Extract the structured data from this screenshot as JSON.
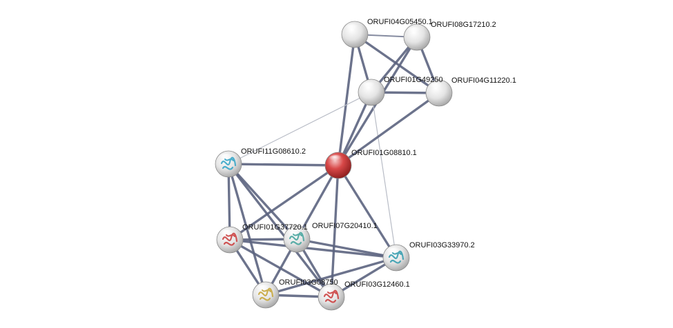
{
  "network": {
    "nodes": [
      {
        "id": "ORUFI01G08810.1",
        "label": "ORUFI01G08810.1",
        "style": "query",
        "fill": "#cc3333",
        "interactable": true
      },
      {
        "id": "ORUFI04G05450.1",
        "label": "ORUFI04G05450.1",
        "style": "plain",
        "fill": "#e6e6e6",
        "interactable": true
      },
      {
        "id": "ORUFI08G17210.2",
        "label": "ORUFI08G17210.2",
        "style": "plain",
        "fill": "#e6e6e6",
        "interactable": true
      },
      {
        "id": "ORUFI01G49250",
        "label": "ORUFI01G49250",
        "style": "plain",
        "fill": "#e6e6e6",
        "interactable": true
      },
      {
        "id": "ORUFI04G11220.1",
        "label": "ORUFI04G11220.1",
        "style": "plain",
        "fill": "#e6e6e6",
        "interactable": true
      },
      {
        "id": "ORUFI11G08610.2",
        "label": "ORUFI11G08610.2",
        "style": "structure",
        "fill": "#e6e6e6",
        "structure_color": "#3aa6c8",
        "interactable": true
      },
      {
        "id": "ORUFI01G37720.1",
        "label": "ORUFI01G37720.1",
        "style": "structure",
        "fill": "#e6e6e6",
        "structure_color": "#cc4444",
        "interactable": true
      },
      {
        "id": "ORUFI07G20410.1",
        "label": "ORUFI07G20410.1",
        "style": "structure",
        "fill": "#e6e6e6",
        "structure_color": "#4aa6a0",
        "interactable": true
      },
      {
        "id": "ORUFI03G33970.2",
        "label": "ORUFI03G33970.2",
        "style": "structure",
        "fill": "#e6e6e6",
        "structure_color": "#3a9fb0",
        "interactable": true
      },
      {
        "id": "ORUFI03G08750",
        "label": "ORUFI03G08750",
        "style": "structure",
        "fill": "#e6e6e6",
        "structure_color": "#c8a840",
        "interactable": true
      },
      {
        "id": "ORUFI03G12460.1",
        "label": "ORUFI03G12460.1",
        "style": "structure",
        "fill": "#e6e6e6",
        "structure_color": "#cc4444",
        "interactable": true
      }
    ],
    "edges": [
      {
        "from": "ORUFI04G05450.1",
        "to": "ORUFI08G17210.2",
        "weight": "medium"
      },
      {
        "from": "ORUFI04G05450.1",
        "to": "ORUFI01G49250",
        "weight": "strong"
      },
      {
        "from": "ORUFI04G05450.1",
        "to": "ORUFI04G11220.1",
        "weight": "strong"
      },
      {
        "from": "ORUFI04G05450.1",
        "to": "ORUFI01G08810.1",
        "weight": "strong"
      },
      {
        "from": "ORUFI08G17210.2",
        "to": "ORUFI01G49250",
        "weight": "strong"
      },
      {
        "from": "ORUFI08G17210.2",
        "to": "ORUFI04G11220.1",
        "weight": "strong"
      },
      {
        "from": "ORUFI08G17210.2",
        "to": "ORUFI01G08810.1",
        "weight": "strong"
      },
      {
        "from": "ORUFI01G49250",
        "to": "ORUFI04G11220.1",
        "weight": "strong"
      },
      {
        "from": "ORUFI01G49250",
        "to": "ORUFI01G08810.1",
        "weight": "strong"
      },
      {
        "from": "ORUFI01G49250",
        "to": "ORUFI11G08610.2",
        "weight": "weak"
      },
      {
        "from": "ORUFI01G49250",
        "to": "ORUFI03G33970.2",
        "weight": "weak"
      },
      {
        "from": "ORUFI04G11220.1",
        "to": "ORUFI01G08810.1",
        "weight": "strong"
      },
      {
        "from": "ORUFI01G08810.1",
        "to": "ORUFI11G08610.2",
        "weight": "strong"
      },
      {
        "from": "ORUFI01G08810.1",
        "to": "ORUFI01G37720.1",
        "weight": "strong"
      },
      {
        "from": "ORUFI01G08810.1",
        "to": "ORUFI07G20410.1",
        "weight": "strong"
      },
      {
        "from": "ORUFI01G08810.1",
        "to": "ORUFI03G33970.2",
        "weight": "strong"
      },
      {
        "from": "ORUFI01G08810.1",
        "to": "ORUFI03G12460.1",
        "weight": "strong"
      },
      {
        "from": "ORUFI11G08610.2",
        "to": "ORUFI01G37720.1",
        "weight": "strong"
      },
      {
        "from": "ORUFI11G08610.2",
        "to": "ORUFI07G20410.1",
        "weight": "strong"
      },
      {
        "from": "ORUFI11G08610.2",
        "to": "ORUFI03G08750",
        "weight": "strong"
      },
      {
        "from": "ORUFI11G08610.2",
        "to": "ORUFI03G12460.1",
        "weight": "strong"
      },
      {
        "from": "ORUFI01G37720.1",
        "to": "ORUFI07G20410.1",
        "weight": "strong"
      },
      {
        "from": "ORUFI01G37720.1",
        "to": "ORUFI03G33970.2",
        "weight": "strong"
      },
      {
        "from": "ORUFI01G37720.1",
        "to": "ORUFI03G08750",
        "weight": "strong"
      },
      {
        "from": "ORUFI01G37720.1",
        "to": "ORUFI03G12460.1",
        "weight": "strong"
      },
      {
        "from": "ORUFI07G20410.1",
        "to": "ORUFI03G33970.2",
        "weight": "strong"
      },
      {
        "from": "ORUFI07G20410.1",
        "to": "ORUFI03G08750",
        "weight": "strong"
      },
      {
        "from": "ORUFI07G20410.1",
        "to": "ORUFI03G12460.1",
        "weight": "strong"
      },
      {
        "from": "ORUFI03G33970.2",
        "to": "ORUFI03G08750",
        "weight": "strong"
      },
      {
        "from": "ORUFI03G33970.2",
        "to": "ORUFI03G12460.1",
        "weight": "strong"
      },
      {
        "from": "ORUFI03G08750",
        "to": "ORUFI03G12460.1",
        "weight": "strong"
      }
    ]
  },
  "colors": {
    "edge": "#5c6480",
    "edge_weak": "#b8bcc6",
    "node_outline": "#8a8a8a",
    "label_text": "#111111",
    "background": "#ffffff"
  }
}
